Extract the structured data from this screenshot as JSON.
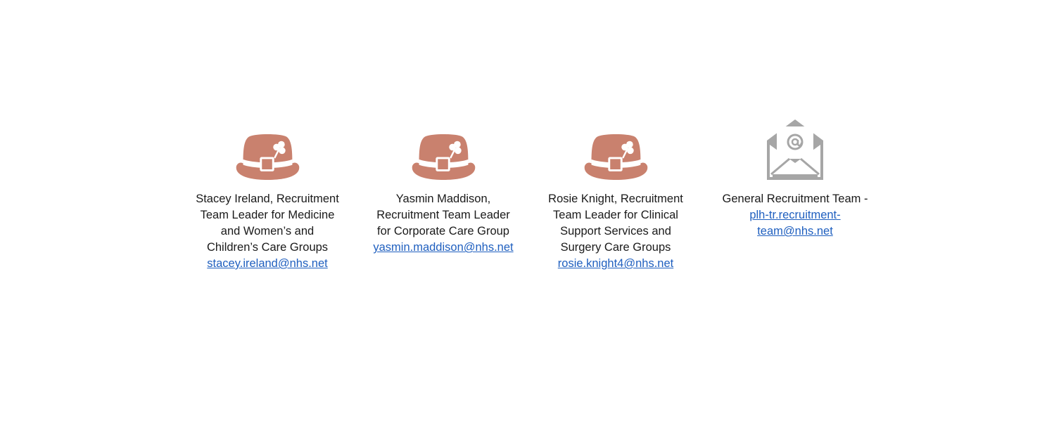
{
  "colors": {
    "hat": "#c9816e",
    "hat_band": "#ffffff",
    "envelope": "#a6a6a6",
    "link": "#1f5fbf",
    "text": "#1a1a1a"
  },
  "contacts": [
    {
      "icon": "bowler-hat-shamrock-icon",
      "lines": [
        "Stacey Ireland, Recruitment",
        "Team Leader  for Medicine",
        "and Women’s and",
        "Children’s Care Groups"
      ],
      "email": "stacey.ireland@nhs.net"
    },
    {
      "icon": "bowler-hat-shamrock-icon",
      "lines": [
        "Yasmin Maddison,",
        "Recruitment Team Leader",
        "for Corporate Care Group"
      ],
      "email": "yasmin.maddison@nhs.net"
    },
    {
      "icon": "bowler-hat-shamrock-icon",
      "lines": [
        "Rosie Knight, Recruitment",
        "Team Leader for Clinical",
        "Support Services and",
        "Surgery Care Groups"
      ],
      "email": "rosie.knight4@nhs.net"
    },
    {
      "icon": "email-envelope-icon",
      "lines": [
        "General Recruitment Team -"
      ],
      "email_lines": [
        "plh-tr.recruitment-",
        "team@nhs.net"
      ]
    }
  ]
}
